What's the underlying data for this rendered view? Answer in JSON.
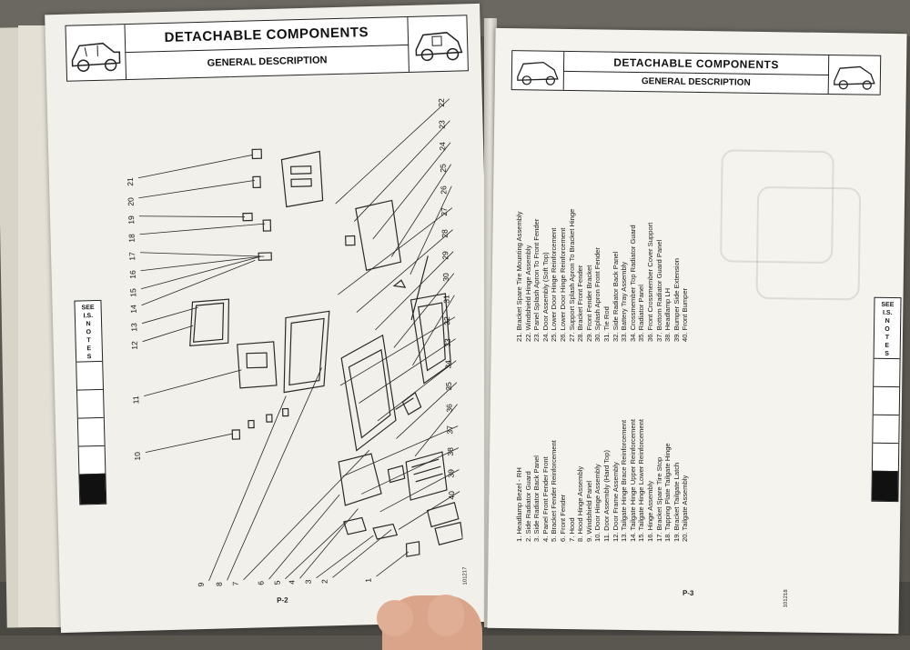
{
  "left_page": {
    "header": {
      "title": "DETACHABLE COMPONENTS",
      "subtitle": "GENERAL DESCRIPTION"
    },
    "see_tab": [
      "SEE",
      "I.S.",
      "N",
      "O",
      "T",
      "E",
      "S"
    ],
    "page_number": "P-2",
    "figure_code": "101217",
    "callouts_bottom": [
      "9",
      "8",
      "7",
      "6",
      "5",
      "4",
      "3",
      "2",
      "1"
    ],
    "callouts_left": [
      "21",
      "20",
      "19",
      "18",
      "17",
      "16",
      "15",
      "14",
      "13",
      "12",
      "11",
      "10"
    ],
    "callouts_right": [
      "22",
      "23",
      "24",
      "25",
      "26",
      "27",
      "28",
      "29",
      "30",
      "31",
      "32",
      "33",
      "34",
      "35",
      "36",
      "37",
      "38",
      "39",
      "40"
    ]
  },
  "right_page": {
    "header": {
      "title": "DETACHABLE COMPONENTS",
      "subtitle": "GENERAL DESCRIPTION"
    },
    "see_tab": [
      "SEE",
      "I.S.",
      "N",
      "O",
      "T",
      "E",
      "S"
    ],
    "page_number": "P-3",
    "figure_code": "101218",
    "legend_col1": [
      "1. Headlamp Bezel - RH",
      "2. Side Radiator Guard",
      "3. Side Radiator Back Panel",
      "4. Panel Front Fender Front",
      "5. Bracket Fender Reinforcement",
      "6. Front Fender",
      "7. Hood",
      "8. Hood Hinge Assembly",
      "9. Windshield Panel",
      "10. Door Hinge Assembly",
      "11. Door Assembly (Hard Top)",
      "12. Door Frame Assembly",
      "13. Tailgate Hinge Brace Reinforcement",
      "14. Tailgate Hinge Upper Reinforcement",
      "15. Tailgate Hinge Lower Reinforcement",
      "16. Hinge Assembly",
      "17. Bracket Spare Tire Stop",
      "18. Tapping Plate Tailgate Hinge",
      "19. Bracket Tailgate Latch",
      "20. Tailgate Assembly"
    ],
    "legend_col2": [
      "21. Bracket Spare Tire Mounting Assembly",
      "22. Windshield Hinge Assembly",
      "23. Panel Splash Apron To Front Fender",
      "24. Door Assembly (Soft Top)",
      "25. Lower Door Hinge Reinforcement",
      "26. Lower Door Hinge Reinforcement",
      "27. Support Splash Apron To Bracket Hinge",
      "28. Bracket Front Fender",
      "29. Front Fender Bracket",
      "30. Splash Apron Front Fender",
      "31. Tie Rod",
      "32. Side Radiator Back Panel",
      "33. Battery Tray Assembly",
      "34. Crossmember Top Radiator Guard",
      "35. Radiator Panel",
      "36. Front Crossmember Cover Support",
      "37. Bottom Radiator Guard Panel",
      "38. Headlamp LH",
      "39. Bumper Side Extension",
      "40. Front Bumper"
    ]
  }
}
